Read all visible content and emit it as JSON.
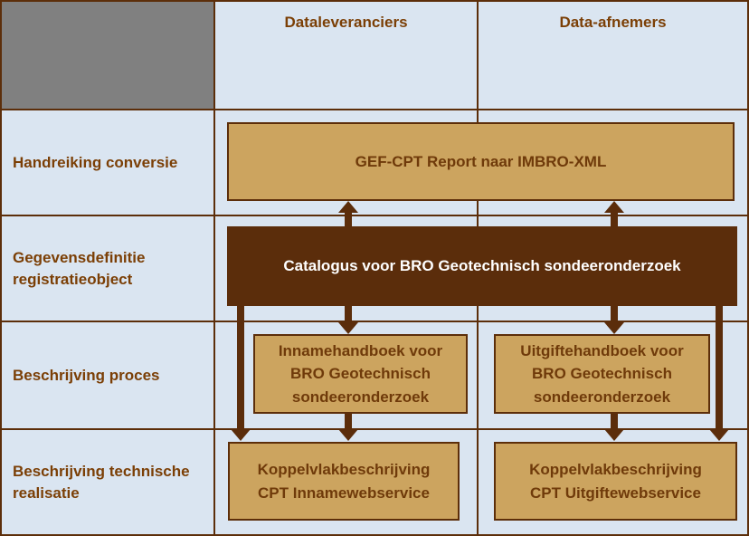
{
  "header": {
    "col_dataleveranciers": "Dataleveranciers",
    "col_data_afnemers": "Data-afnemers"
  },
  "row_labels": {
    "handreiking": "Handreiking conversie",
    "gegevensdefinitie": "Gegevensdefinitie\nregistratieobject",
    "proces": "Beschrijving proces",
    "technische_realisatie": "Beschrijving technische\nrealisatie"
  },
  "boxes": {
    "gef_cpt": "GEF-CPT Report naar IMBRO-XML",
    "catalogus": "Catalogus voor BRO Geotechnisch sondeeronderzoek",
    "innamehandboek": "Innamehandboek voor\nBRO Geotechnisch\nsondeeronderzoek",
    "uitgiftehandboek": "Uitgiftehandboek voor\nBRO Geotechnisch\nsondeeronderzoek",
    "koppelvlak_inname": "Koppelvlakbeschrijving\nCPT Innamewebservice",
    "koppelvlak_uitgifte": "Koppelvlakbeschrijving\nCPT Uitgiftewebservice"
  },
  "colors": {
    "background_blue": "#DAE5F1",
    "corner_gray": "#808080",
    "tan_fill": "#CCA45F",
    "dark_brown": "#5B2D0B",
    "grid_border": "#5C2E0A",
    "text_brown": "#7B3F06",
    "catalog_text": "#FFFFFF"
  }
}
